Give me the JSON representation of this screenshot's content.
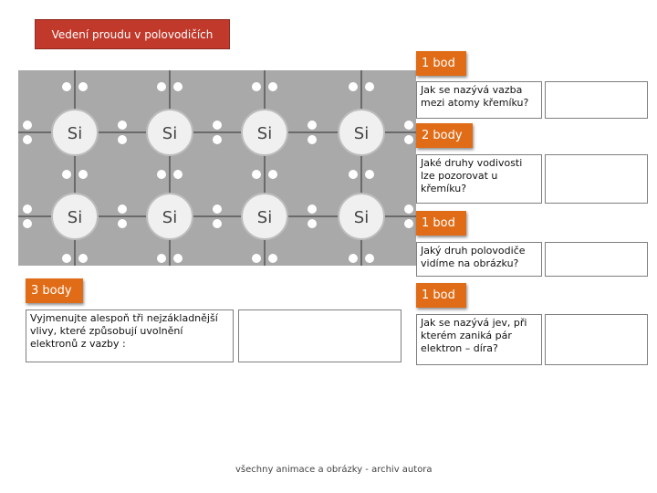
{
  "title": "Vedení proudu v polovodičích",
  "atom_symbol": "Si",
  "questions": {
    "q1": {
      "points": "1 bod",
      "text": "Jak se nazývá vazba mezi atomy křemíku?"
    },
    "q2": {
      "points": "2 body",
      "text": "Jaké druhy vodivosti lze pozorovat u křemíku?"
    },
    "q3": {
      "points": "1 bod",
      "text": "Jaký druh polovodiče vidíme na obrázku?"
    },
    "q4": {
      "points": "1 bod",
      "text": "Jak se nazývá jev, při kterém zaniká pár elektron – díra?"
    },
    "q5": {
      "points": "3 body",
      "text": "Vyjmenujte alespoň tři nejzákladnější vlivy, které způsobují uvolnění elektronů z vazby :"
    }
  },
  "footer": "všechny animace a obrázky - archiv autora",
  "colors": {
    "title_bg": "#c0392b",
    "badge_bg": "#e06c17",
    "lattice_bg": "#a9a9a9"
  }
}
